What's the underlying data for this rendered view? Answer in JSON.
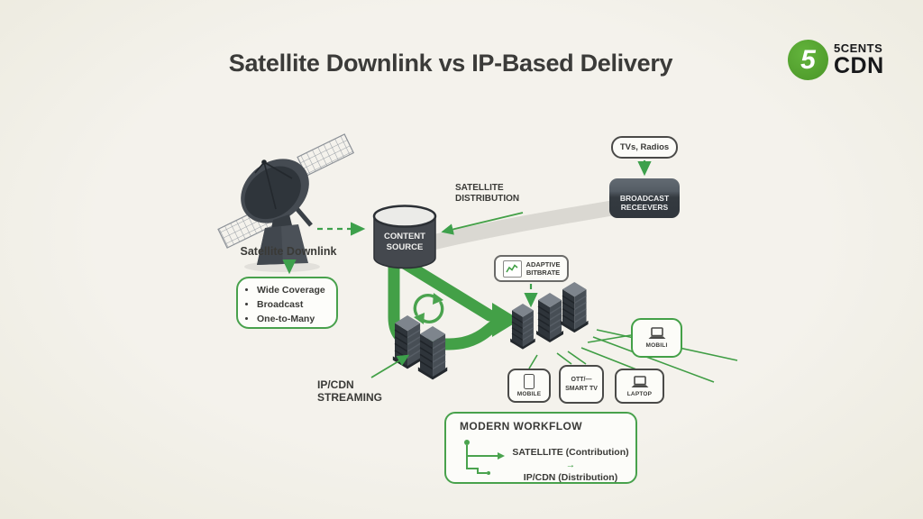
{
  "title": "Satellite Downlink vs IP-Based Delivery",
  "logo": {
    "badge": "5",
    "name_top": "5CENTS",
    "name_bottom": "CDN"
  },
  "satellite": {
    "label": "Satellite Downlink",
    "features": [
      "Wide Coverage",
      "Broadcast",
      "One-to-Many"
    ]
  },
  "content_source": {
    "line1": "CONTENT",
    "line2": "SOURCE"
  },
  "satellite_distribution": {
    "line1": "SATELLITE",
    "line2": "DISTRIBUTION"
  },
  "broadcast": {
    "devices_label": "TVs, Radios",
    "receivers_line1": "BROADCAST",
    "receivers_line2": "RECEEVERS"
  },
  "ip_delivery": {
    "adaptive_line1": "ADAPTIVE",
    "adaptive_line2": "BITBRATE",
    "streaming_label": "IP/CDN STREAMING",
    "devices": {
      "mobile": "MOBILE",
      "ott_line1": "OTT/—",
      "ott_line2": "SMART TV",
      "laptop": "LAPTOP",
      "mobili": "MOBILI"
    }
  },
  "modern_workflow": {
    "title": "MODERN WORKFLOW",
    "satellite_step": "SATELLITE (Contribution)",
    "arrow": "→",
    "ip_step": "IP/CDN (Distribution)"
  },
  "icons": {
    "satellite-dish-icon": "parabolic-antenna",
    "cycle-icon": "refresh-arrows",
    "chart-icon": "green-line-chart",
    "phone-icon": "smartphone-outline",
    "laptop-icon": "laptop-outline",
    "server-icon": "isometric-server-tower",
    "database-icon": "cylinder"
  },
  "colors": {
    "accent_green": "#43a047",
    "logo_green": "#55a630",
    "dark_slate": "#3c4248",
    "band_gray": "#dad8d2",
    "background": "#f2f0e9",
    "text_dark": "#3a3a37"
  }
}
